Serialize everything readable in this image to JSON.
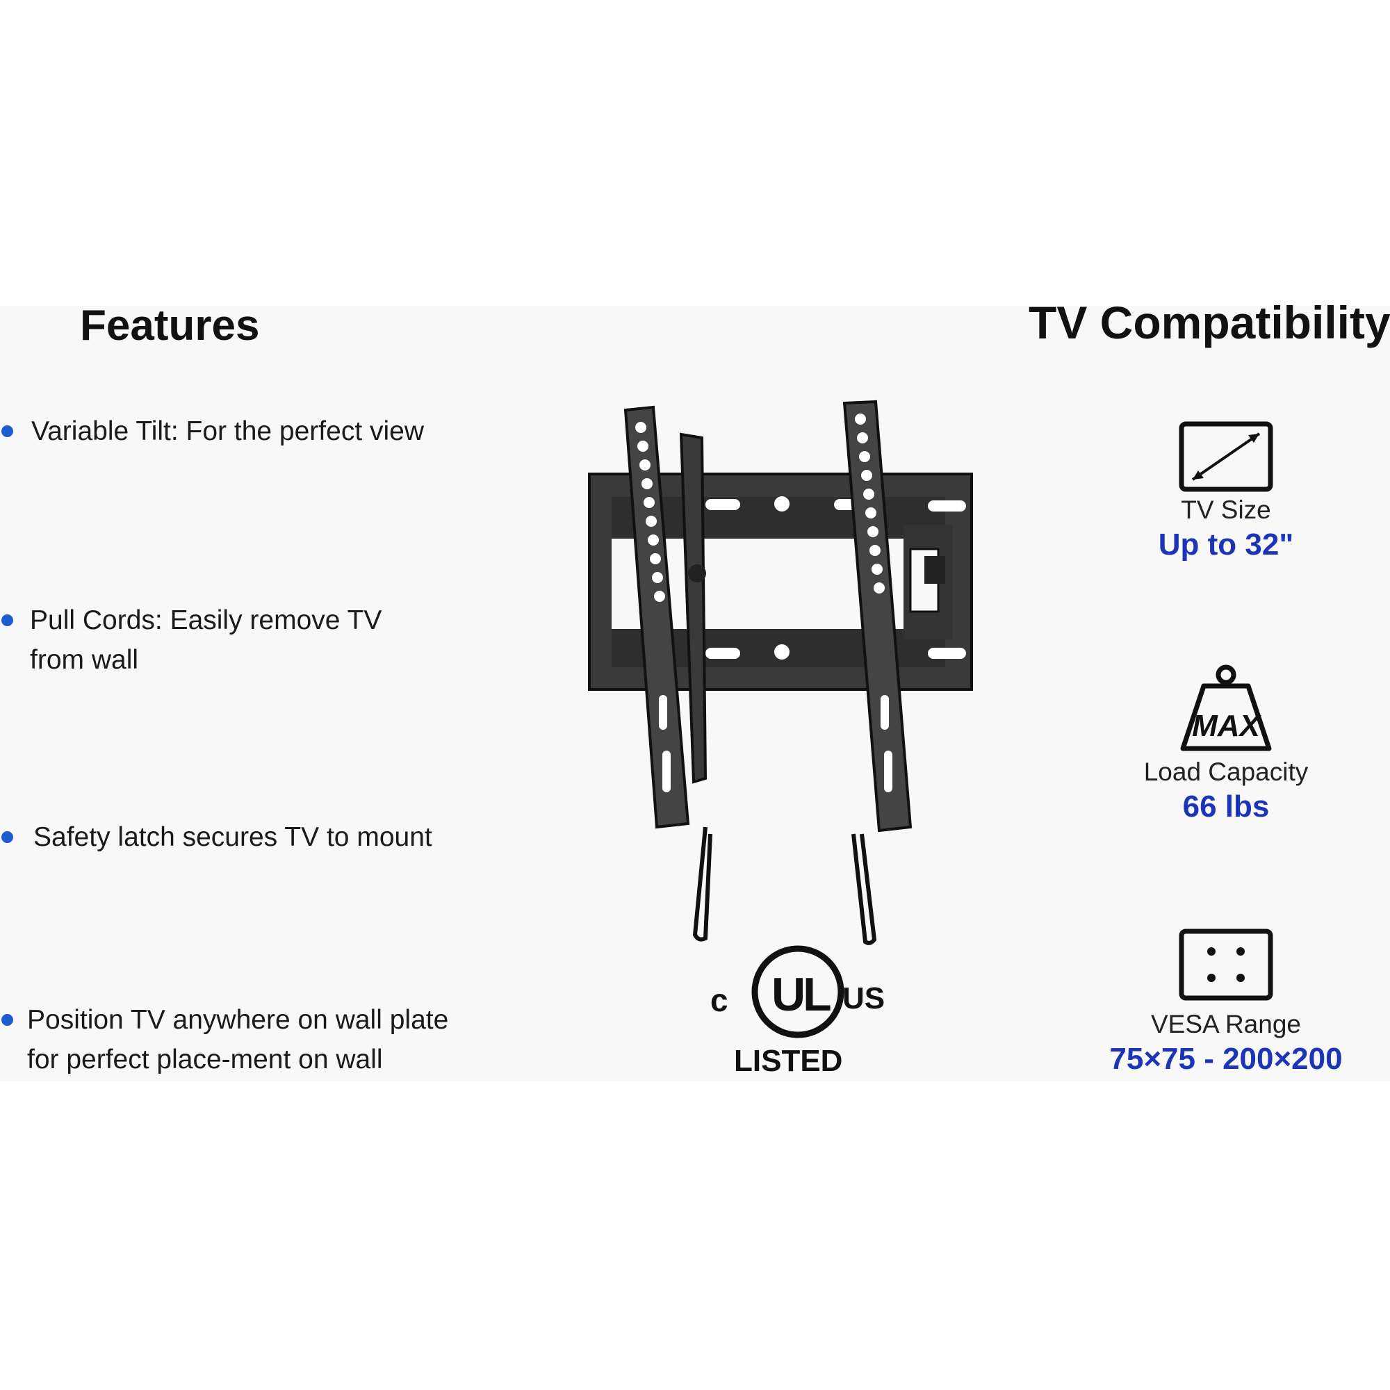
{
  "features": {
    "title": "Features",
    "items": [
      {
        "lines": [
          "Variable Tilt: For the perfect view"
        ]
      },
      {
        "lines": [
          "Pull Cords: Easily remove TV",
          "from wall"
        ]
      },
      {
        "lines": [
          "Safety latch secures TV to mount"
        ]
      },
      {
        "lines": [
          "Position TV anywhere on wall plate",
          "for perfect place-ment on wall"
        ]
      }
    ],
    "bullet_color": "#1d5bd0"
  },
  "compatibility": {
    "title": "TV Compatibility",
    "value_color": "#1c35b8",
    "specs": [
      {
        "icon": "tv-diagonal-icon",
        "label": "TV Size",
        "value": "Up to 32\""
      },
      {
        "icon": "max-weight-icon",
        "icon_text": "MAX",
        "label": "Load Capacity",
        "value": "66 lbs"
      },
      {
        "icon": "vesa-pattern-icon",
        "label": "VESA Range",
        "value": "75×75 - 200×200"
      }
    ]
  },
  "certification": {
    "logo_text": "UL",
    "left": "c",
    "right": "US",
    "caption": "LISTED"
  }
}
